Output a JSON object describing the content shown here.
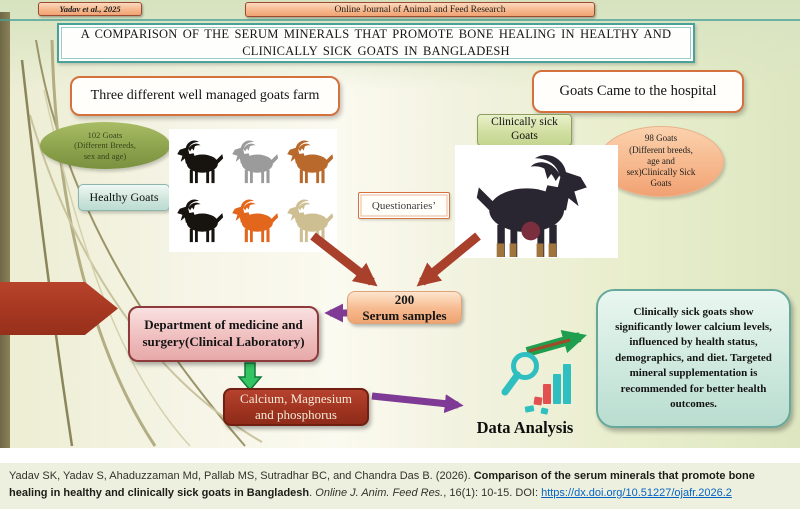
{
  "colors": {
    "accent_red": "#a8402c",
    "accent_purple": "#7e3a94",
    "accent_green": "#1f9e4f",
    "accent_green_bright": "#35c463",
    "pentagon_red": "#ae3a22",
    "teal_border": "#49a29a",
    "icon_teal": "#2fbfc0",
    "icon_red": "#e25050",
    "link_blue": "#0563c1"
  },
  "header": {
    "author_badge": "Yadav et al., 2025",
    "journal_banner": "Online Journal of Animal and Feed Research",
    "title_line1": "A COMPARISON OF THE SERUM MINERALS THAT PROMOTE BONE HEALING IN HEALTHY AND",
    "title_line2": "CLINICALLY SICK GOATS IN BANGLADESH"
  },
  "left_branch": {
    "farm_box": "Three different well managed goats farm",
    "sample_ellipse": {
      "line1": "102 Goats",
      "line2": "(Different Breeds,",
      "line3": "sex and age)"
    },
    "healthy_label": "Healthy Goats",
    "goat_colors": [
      "#17130f",
      "#9b9b9b",
      "#b9692b",
      "#17130f",
      "#e2671d",
      "#cdbf92"
    ]
  },
  "right_branch": {
    "hospital_box": "Goats Came to the hospital",
    "sick_label_line1": "Clinically sick",
    "sick_label_line2": "Goats",
    "sample_ellipse": {
      "line1": "98 Goats",
      "line2": "(Different breeds,",
      "line3": "age and",
      "line4": "sex)Clinically Sick",
      "line5": "Goats"
    },
    "sick_goat_color": "#2a2631",
    "sick_goat_leg_color": "#a1743c",
    "sick_goat_udder_color": "#7a2e3e"
  },
  "middle": {
    "questionnaire_box": "Questionaries’",
    "serum_line1": "200",
    "serum_line2": "Serum samples",
    "department_box": "Department of medicine and surgery(Clinical Laboratory)",
    "minerals_line1": "Calcium, Magnesium",
    "minerals_line2": "and phosphorus",
    "data_analysis_label": "Data Analysis"
  },
  "conclusion": {
    "text": "Clinically sick goats show significantly lower calcium levels, influenced by health status, demographics, and diet. Targeted mineral supplementation is recommended for better health outcomes."
  },
  "citation": {
    "authors": "Yadav SK, Yadav S, Ahaduzzaman Md, Pallab MS, Sutradhar BC, and Chandra Das B. (2026). ",
    "title_bold": "Comparison of the serum minerals that promote bone healing in healthy and clinically sick goats in Bangladesh",
    "separator": ". ",
    "journal_italic": "Online J. Anim. Feed Res.",
    "volume_pages": ", 16(1): 10-15. DOI: ",
    "doi_link": "https://dx.doi.org/10.51227/ojafr.2026.2"
  }
}
